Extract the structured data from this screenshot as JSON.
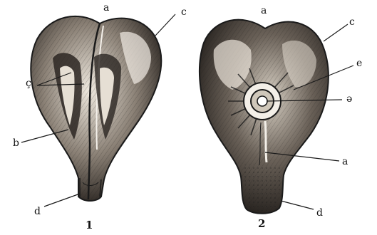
{
  "figure_1": {
    "number": "1",
    "labels": {
      "top_a": "a",
      "right_c": "c",
      "left_c": "ç",
      "left_b": "b",
      "bottom_d": "d"
    }
  },
  "figure_2": {
    "number": "2",
    "labels": {
      "top_a": "a",
      "right_c": "c",
      "right_e": "e",
      "right_schwa": "ə",
      "right_a": "a",
      "bottom_d": "d"
    }
  },
  "colors": {
    "ink": "#1a1a1a",
    "paper": "#ffffff",
    "shade_dark": "#2b2622",
    "shade_mid": "#6e655c",
    "shade_light": "#d9d2c7"
  }
}
